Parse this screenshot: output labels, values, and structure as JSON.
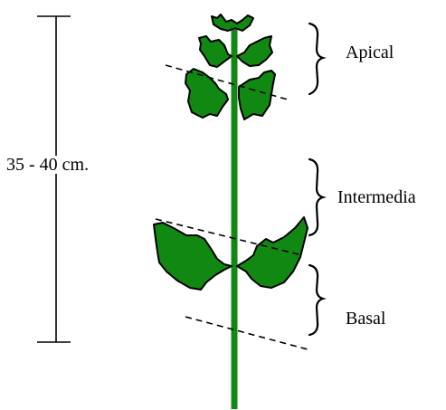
{
  "measurement": {
    "label": "35 - 40 cm."
  },
  "regions": {
    "apical": {
      "label": "Apical"
    },
    "intermedia": {
      "label": "Intermedia"
    },
    "basal": {
      "label": "Basal"
    }
  },
  "colors": {
    "stem": "#118811",
    "leaf": "#118811",
    "leaf_outline": "#000000",
    "line": "#000000"
  }
}
